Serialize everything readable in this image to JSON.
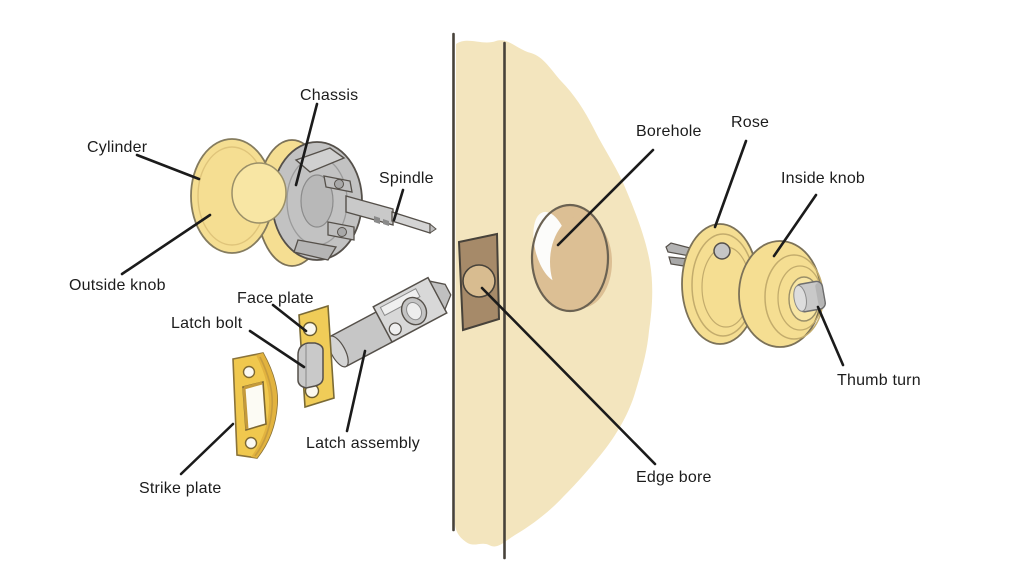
{
  "diagram": {
    "subject": "door-knob-parts-exploded-diagram",
    "labels": {
      "cylinder": "Cylinder",
      "chassis": "Chassis",
      "spindle": "Spindle",
      "outside_knob": "Outside knob",
      "face_plate": "Face plate",
      "latch_bolt": "Latch bolt",
      "latch_assembly": "Latch assembly",
      "strike_plate": "Strike plate",
      "borehole": "Borehole",
      "rose": "Rose",
      "inside_knob": "Inside knob",
      "thumb_turn": "Thumb turn",
      "edge_bore": "Edge bore"
    },
    "colors": {
      "background": "#FFFFFF",
      "knob_yellow": "#F5DE92",
      "knob_yellow_light": "#F8E6A4",
      "plate_gold": "#F0C84E",
      "plate_gold_deep": "#E2B33F",
      "metal_gray": "#C4C4C4",
      "metal_gray_light": "#D6D6D6",
      "metal_gray_dark": "#A8A8A8",
      "door_beige": "#F3E5BE",
      "bore_tan": "#DCBF94",
      "edge_bore_brown": "#A68A69",
      "outline": "#55504A",
      "label_text": "#1C1C1C",
      "leader_line": "#1B1B1B"
    }
  }
}
